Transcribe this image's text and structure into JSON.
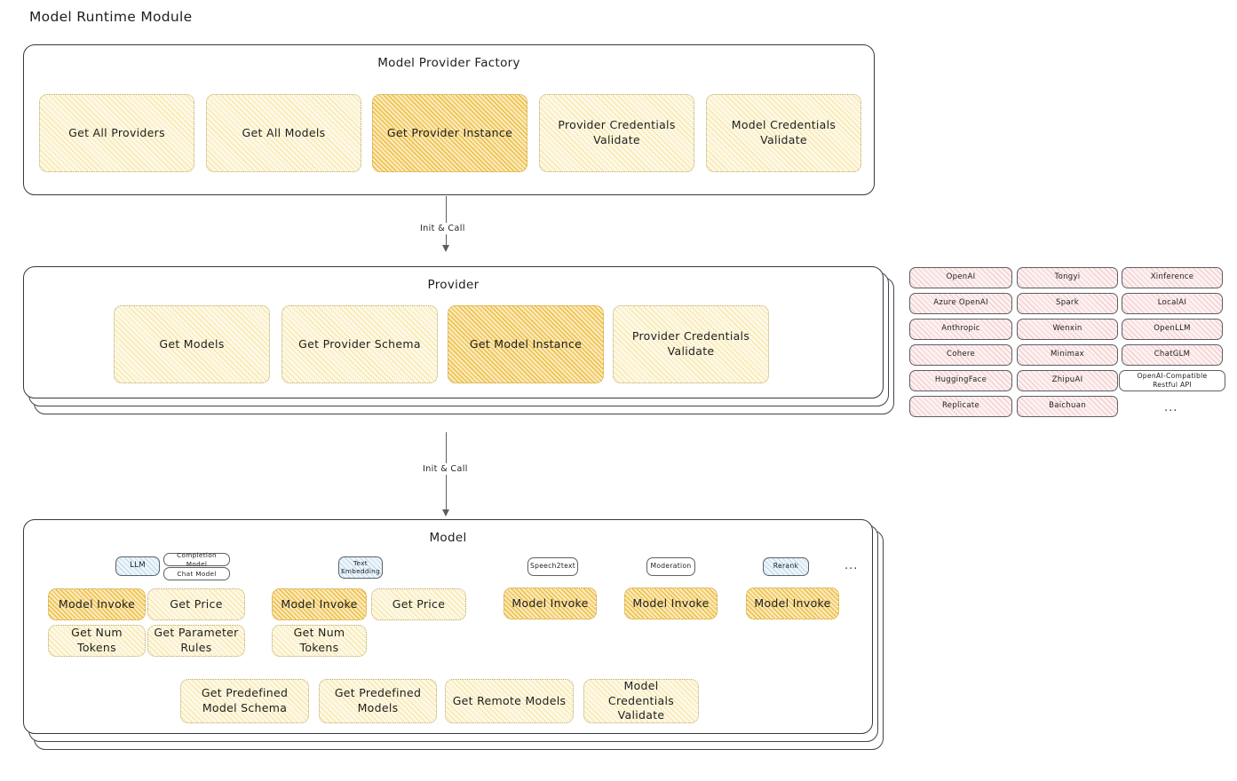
{
  "title": "Model Runtime Module",
  "factory": {
    "title": "Model Provider Factory",
    "items": [
      {
        "label": "Get All Providers",
        "highlight": false
      },
      {
        "label": "Get All Models",
        "highlight": false
      },
      {
        "label": "Get Provider Instance",
        "highlight": true
      },
      {
        "label": "Provider Credentials Validate",
        "highlight": false
      },
      {
        "label": "Model Credentials Validate",
        "highlight": false
      }
    ]
  },
  "arrows": [
    {
      "label": "Init & Call"
    },
    {
      "label": "Init & Call"
    }
  ],
  "provider": {
    "title": "Provider",
    "items": [
      {
        "label": "Get Models",
        "highlight": false
      },
      {
        "label": "Get Provider Schema",
        "highlight": false
      },
      {
        "label": "Get Model Instance",
        "highlight": true
      },
      {
        "label": "Provider Credentials Validate",
        "highlight": false
      }
    ]
  },
  "provider_list": {
    "columns": [
      [
        "OpenAI",
        "Azure OpenAI",
        "Anthropic",
        "Cohere",
        "HuggingFace",
        "Replicate"
      ],
      [
        "Tongyi",
        "Spark",
        "Wenxin",
        "Minimax",
        "ZhipuAI",
        "Baichuan"
      ],
      [
        "Xinference",
        "LocalAI",
        "OpenLLM",
        "ChatGLM",
        "OpenAI-Compatible Restful API"
      ]
    ],
    "more": "..."
  },
  "model": {
    "title": "Model",
    "more": "...",
    "types": [
      {
        "name": "LLM",
        "style": "blue",
        "subtypes": [
          "Completion Model",
          "Chat Model"
        ],
        "methods": [
          {
            "label": "Model Invoke",
            "highlight": true
          },
          {
            "label": "Get Price",
            "highlight": false
          },
          {
            "label": "Get Num Tokens",
            "highlight": false
          },
          {
            "label": "Get Parameter Rules",
            "highlight": false
          }
        ]
      },
      {
        "name": "Text Embedding",
        "style": "blue",
        "subtypes": [],
        "methods": [
          {
            "label": "Model Invoke",
            "highlight": true
          },
          {
            "label": "Get Price",
            "highlight": false
          },
          {
            "label": "Get Num Tokens",
            "highlight": false
          }
        ]
      },
      {
        "name": "Speech2text",
        "style": "white",
        "subtypes": [],
        "methods": [
          {
            "label": "Model Invoke",
            "highlight": true
          }
        ]
      },
      {
        "name": "Moderation",
        "style": "white",
        "subtypes": [],
        "methods": [
          {
            "label": "Model Invoke",
            "highlight": true
          }
        ]
      },
      {
        "name": "Rerank",
        "style": "blue",
        "subtypes": [],
        "methods": [
          {
            "label": "Model Invoke",
            "highlight": true
          }
        ]
      }
    ],
    "common_methods": [
      "Get Predefined Model Schema",
      "Get Predefined Models",
      "Get Remote Models",
      "Model Credentials Validate"
    ]
  }
}
